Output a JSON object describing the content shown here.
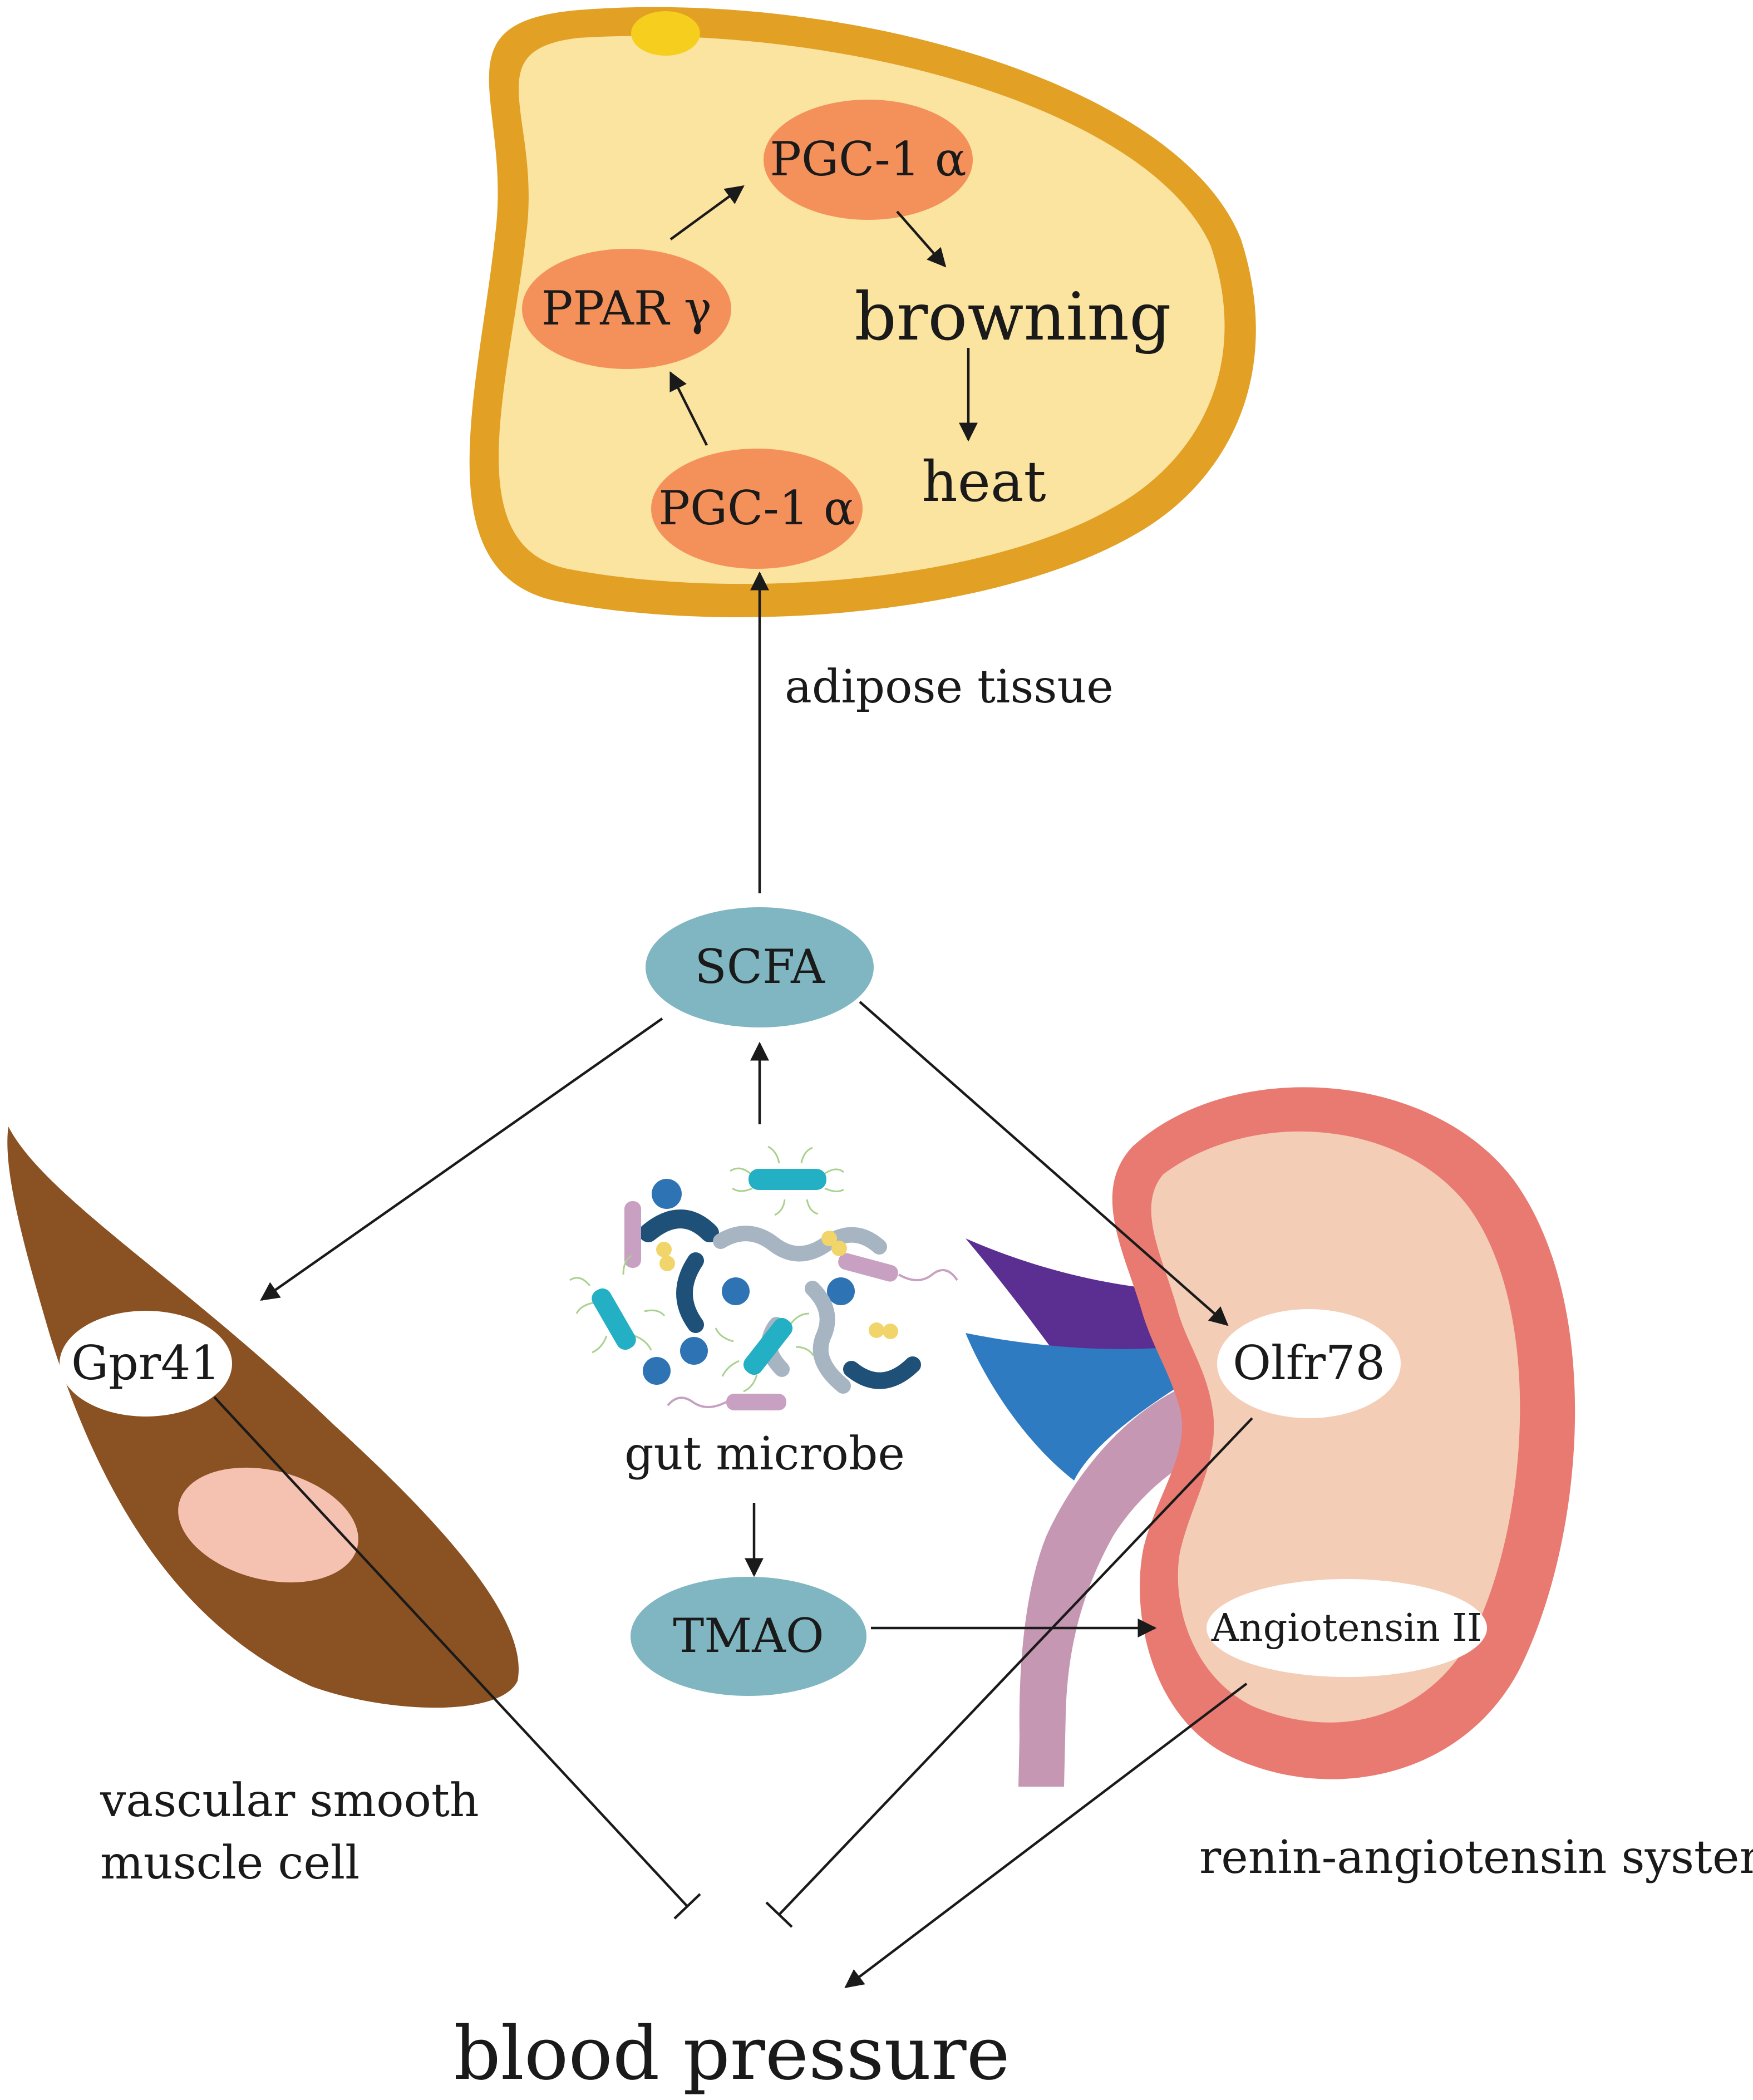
{
  "adipose": {
    "nodes": {
      "pgc_top": "PGC-1 α",
      "ppar": "PPAR γ",
      "pgc_bottom": "PGC-1 α"
    },
    "browning": "browning",
    "heat": "heat",
    "caption": "adipose tissue"
  },
  "center": {
    "scfa": "SCFA",
    "gut_microbe": "gut microbe",
    "tmao": "TMAO"
  },
  "vsmc": {
    "receptor": "Gpr41",
    "caption_line1": "vascular smooth",
    "caption_line2": "muscle cell"
  },
  "kidney": {
    "receptor": "Olfr78",
    "hormone": "Angiotensin II",
    "caption": "renin-angiotensin system"
  },
  "outcome": "blood pressure",
  "colors": {
    "adipose_rim": "#E2A024",
    "adipose_fill": "#FBE3A0",
    "lipid_droplet": "#F5CE1E",
    "pgc_node": "#F4915A",
    "center_node": "#7FB6C1",
    "vsmc_body": "#8A5122",
    "vsmc_nucleus": "#F5C2B2",
    "kidney_rim": "#E97A71",
    "kidney_fill": "#F4CDB6",
    "vessel_purple": "#5B2E91",
    "vessel_blue": "#2F7BC1",
    "vessel_mauve": "#C597B3",
    "bacteria_navy": "#1E5078",
    "bacteria_blue": "#2E74B5",
    "bacteria_gray": "#A7B5C2",
    "bacteria_teal": "#23AFC4",
    "bacteria_lilac": "#C8A0C2",
    "bacteria_yellow": "#F1D56B"
  }
}
